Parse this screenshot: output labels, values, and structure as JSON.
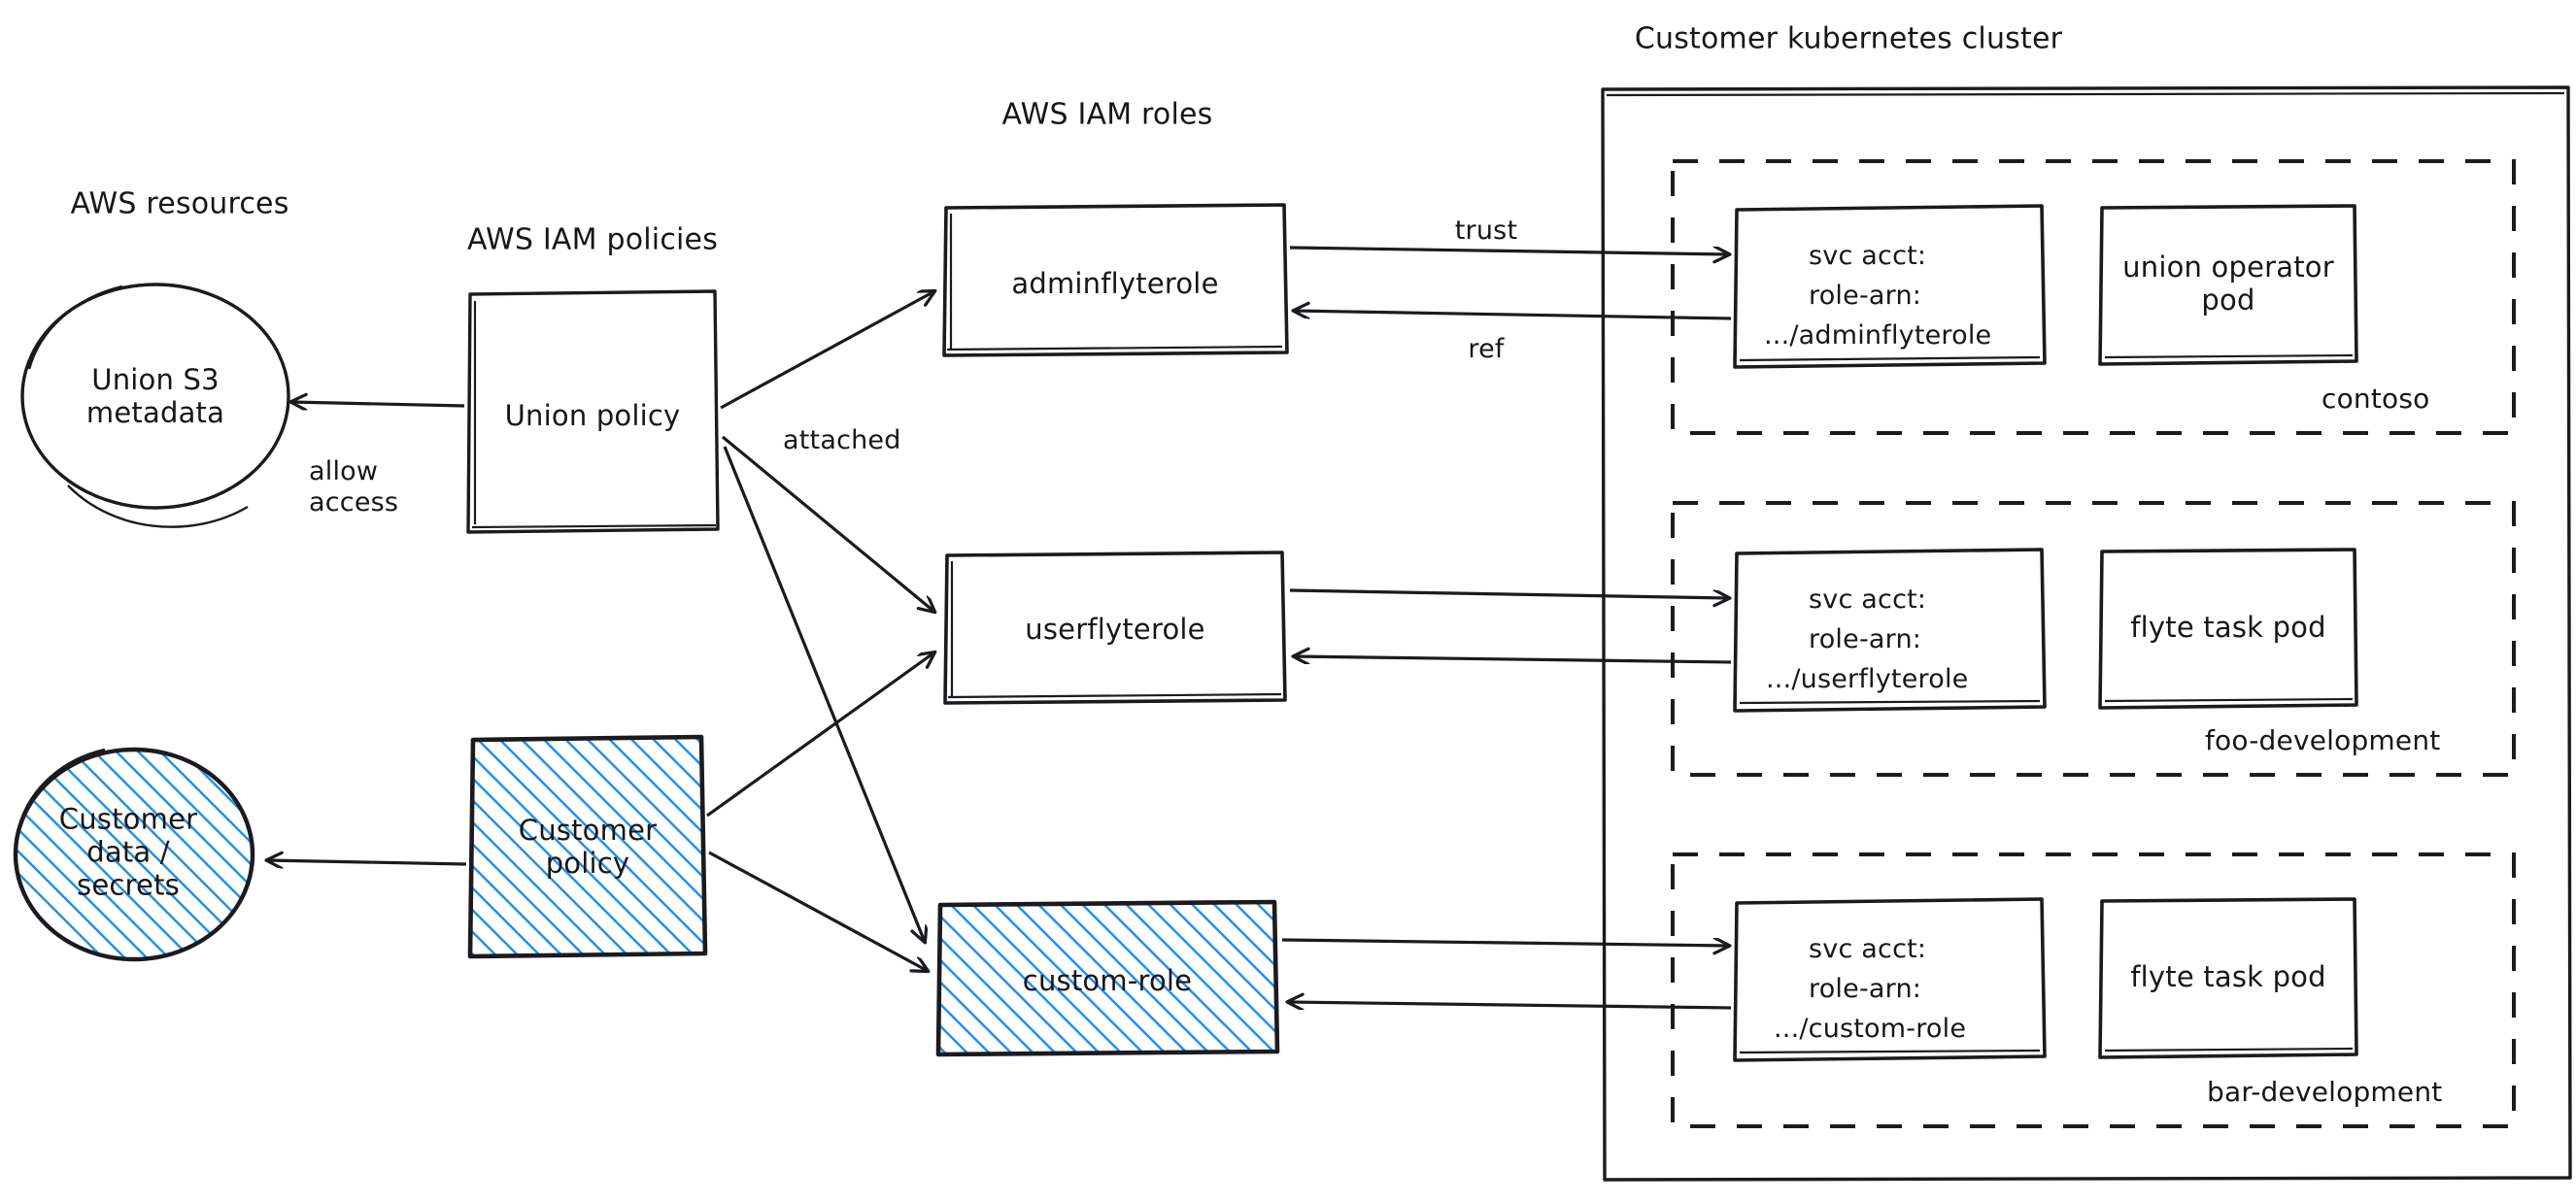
{
  "diagram": {
    "title": "AWS IAM roles and Kubernetes service account mapping",
    "colors": {
      "stroke": "#1b1b1f",
      "hatch_blue": "#2491e8",
      "background": "#ffffff"
    },
    "section_titles": {
      "aws_resources": "AWS resources",
      "aws_iam_policies": "AWS IAM policies",
      "aws_iam_roles": "AWS IAM roles",
      "customer_cluster": "Customer kubernetes cluster"
    },
    "resources": [
      {
        "id": "union-s3",
        "label": "Union S3\nmetadata",
        "shape": "ellipse",
        "filled": false
      },
      {
        "id": "customer-data",
        "label": "Customer\ndata /\nsecrets",
        "shape": "ellipse",
        "filled": true
      }
    ],
    "policies": [
      {
        "id": "union-policy",
        "label": "Union policy",
        "shape": "rect",
        "filled": false
      },
      {
        "id": "customer-policy",
        "label": "Customer\npolicy",
        "shape": "rect",
        "filled": true
      }
    ],
    "roles": [
      {
        "id": "adminflyterole",
        "label": "adminflyterole",
        "filled": false
      },
      {
        "id": "userflyterole",
        "label": "userflyterole",
        "filled": false
      },
      {
        "id": "custom-role",
        "label": "custom-role",
        "filled": true
      }
    ],
    "namespaces": [
      {
        "id": "contoso",
        "label": "contoso",
        "svc_acct": {
          "line1": "svc acct:",
          "line2": "role-arn:",
          "line3": ".../adminflyterole"
        },
        "pod": "union operator\npod"
      },
      {
        "id": "foo-development",
        "label": "foo-development",
        "svc_acct": {
          "line1": "svc acct:",
          "line2": "role-arn:",
          "line3": ".../userflyterole"
        },
        "pod": "flyte task pod"
      },
      {
        "id": "bar-development",
        "label": "bar-development",
        "svc_acct": {
          "line1": "svc acct:",
          "line2": "role-arn:",
          "line3": ".../custom-role"
        },
        "pod": "flyte task pod"
      }
    ],
    "edge_labels": {
      "allow_access": "allow\naccess",
      "attached": "attached",
      "trust": "trust",
      "ref": "ref"
    }
  }
}
